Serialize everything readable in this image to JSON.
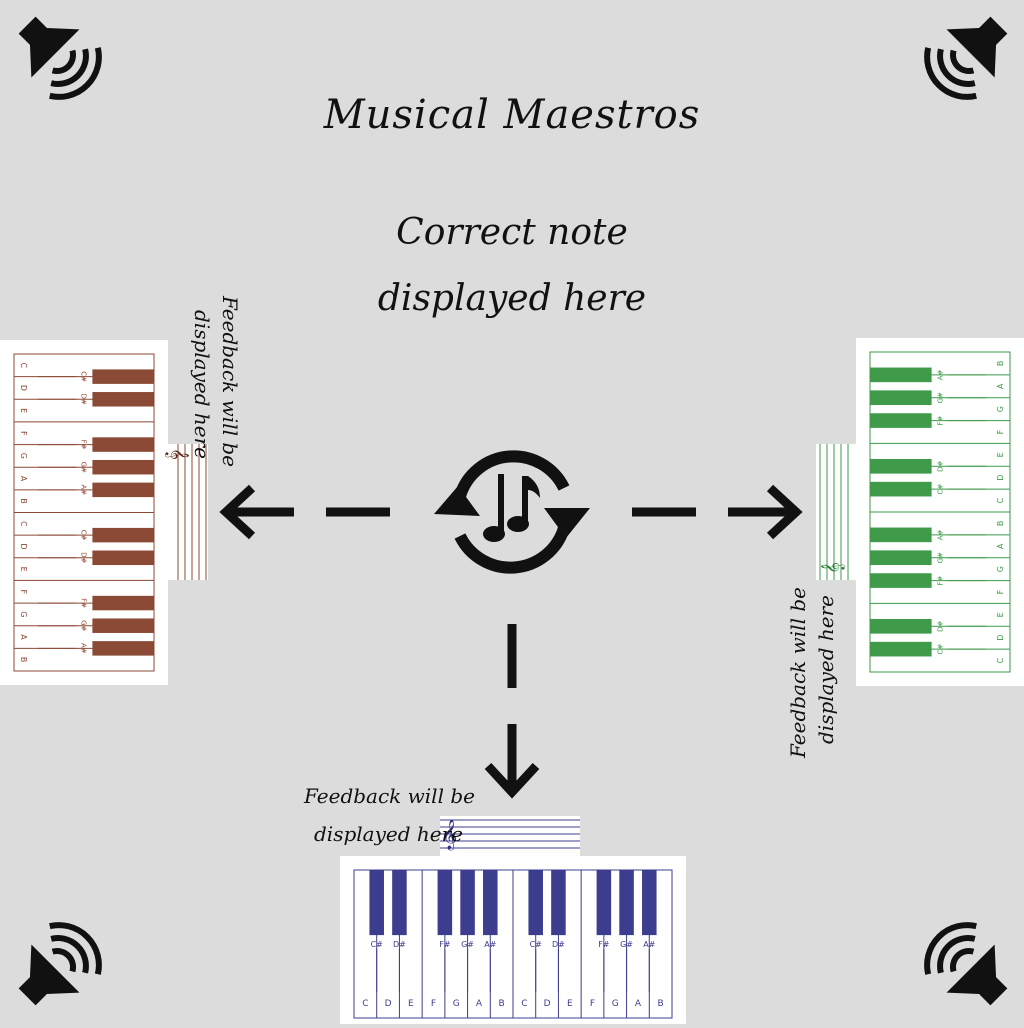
{
  "app": {
    "title": "Musical Maestros",
    "correct_note": {
      "line1": "Correct note",
      "line2": "displayed here"
    }
  },
  "feedback": {
    "left": {
      "line1": "Feedback will be",
      "line2": "displayed here"
    },
    "right": {
      "line1": "Feedback will be",
      "line2": "displayed here"
    },
    "bottom": {
      "line1": "Feedback will be",
      "line2": "displayed here"
    }
  },
  "keyboard": {
    "white_keys": [
      "C",
      "D",
      "E",
      "F",
      "G",
      "A",
      "B",
      "C",
      "D",
      "E",
      "F",
      "G",
      "A",
      "B"
    ],
    "black_keys": [
      "C#",
      "D#",
      "F#",
      "G#",
      "A#",
      "C#",
      "D#",
      "F#",
      "G#",
      "A#"
    ]
  },
  "colors": {
    "background": "#dcdcdc",
    "left_keyboard": "#8b4a36",
    "right_keyboard": "#3f9a4a",
    "bottom_keyboard": "#3d3d8f",
    "icon": "#111111"
  },
  "icons": {
    "speakers": [
      "speaker-icon",
      "speaker-icon",
      "speaker-icon",
      "speaker-icon"
    ],
    "center": "music-note-cycle-icon",
    "arrows": [
      "arrow-left-icon",
      "arrow-right-icon",
      "arrow-down-icon"
    ]
  }
}
